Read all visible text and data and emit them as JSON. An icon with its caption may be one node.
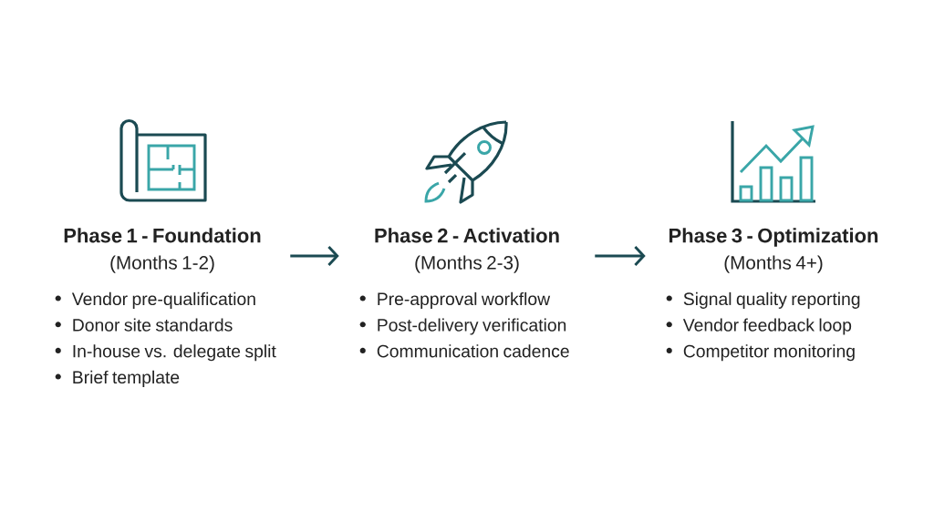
{
  "diagram": {
    "nodes": [
      {
        "text": [
          "Phase 1 - Foundation",
          "(Months 1-2)",
          "Vendor pre-qualification",
          "Donor site standards",
          "In-house vs. delegate split",
          "Brief template"
        ]
      },
      {
        "text": [
          "Phase 2 - Activation",
          "(Months 2-3)",
          "Pre-approval workflow",
          "Post-delivery verification",
          "Communication cadence"
        ]
      },
      {
        "text": [
          "Phase 3 - Optimization",
          "(Months 4+)",
          "Signal quality reporting",
          "Vendor feedback loop",
          "Competitor monitoring"
        ]
      }
    ],
    "edges": [
      {
        "from": 0,
        "to": 1,
        "arrow": "to"
      },
      {
        "from": 1,
        "to": 2,
        "arrow": "to"
      }
    ]
  }
}
